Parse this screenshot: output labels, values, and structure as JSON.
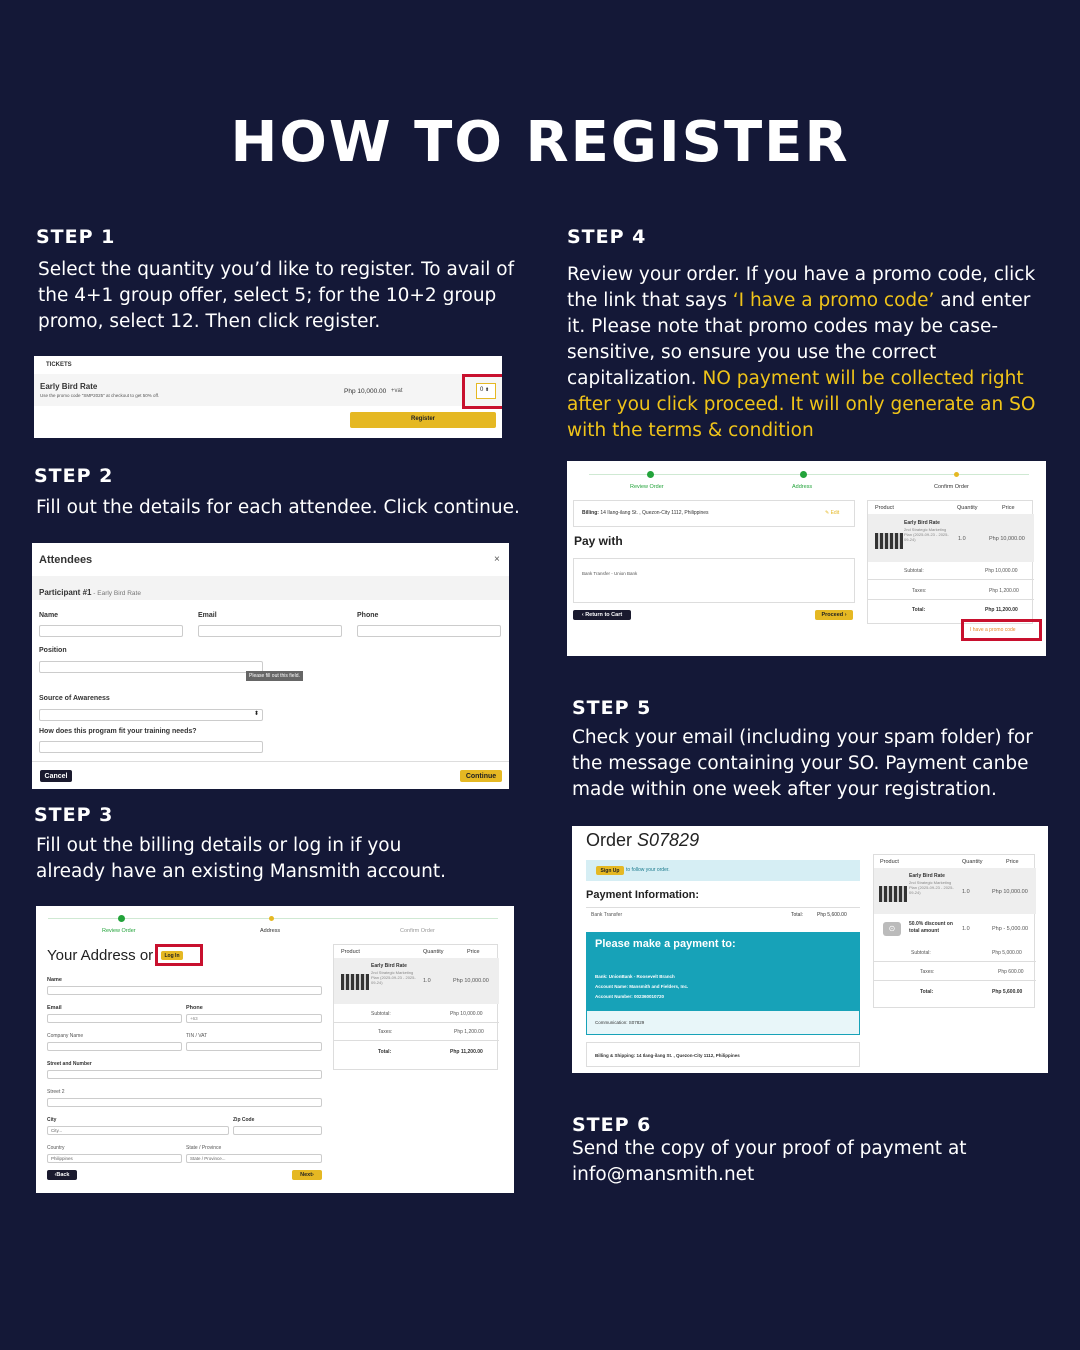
{
  "title": "HOW TO REGISTER",
  "steps": {
    "s1": {
      "label": "STEP 1",
      "text": "Select the quantity you’d like to register. To avail of the 4+1 group offer, select 5; for the 10+2 group promo, select 12. Then click register."
    },
    "s2": {
      "label": "STEP 2",
      "text": "Fill out the details for each attendee. Click continue."
    },
    "s3": {
      "label": "STEP 3",
      "text": "Fill out the billing details or log in if you already have an existing Mansmith account."
    },
    "s4": {
      "label": "STEP 4",
      "t1": "Review your order. If you have a promo code, click the link that says ",
      "t2": "‘I have a promo code’",
      "t3": " and enter it. Please note that promo codes may be case-sensitive, so ensure you use the correct capitalization. ",
      "t4": "NO payment will be collected right after you click proceed. It will only generate an SO with the terms & condition"
    },
    "s5": {
      "label": "STEP 5",
      "text": "Check your email (including your spam folder) for the message containing your SO. Payment canbe made within one week after your registration."
    },
    "s6": {
      "label": "STEP 6",
      "line1": "Send the copy of your proof of payment at",
      "line2": "info@mansmith.net"
    }
  },
  "shot1": {
    "header": "TICKETS",
    "ticket_name": "Early Bird Rate",
    "ticket_note": "Use the promo code \"SMP2025\" at checkout to get 50% off.",
    "price": "Php 10,000.00",
    "vat": "+vat",
    "qty": "0",
    "register": "Register"
  },
  "shot2": {
    "title": "Attendees",
    "close": "×",
    "participant": "Participant #1",
    "participant_rate": " - Early Bird Rate",
    "name": "Name",
    "email": "Email",
    "phone": "Phone",
    "position": "Position",
    "tooltip": "Please fill out this field.",
    "source": "Source of Awareness",
    "fit": "How does this program fit your training needs?",
    "cancel": "Cancel",
    "continue": "Continue"
  },
  "shot3": {
    "steps": [
      "Review Order",
      "Address",
      "Confirm Order"
    ],
    "heading": "Your Address or",
    "login": "Log In",
    "name": "Name",
    "email": "Email",
    "phone": "Phone",
    "phone_prefix": "+63",
    "company": "Company Name",
    "tin": "TIN / VAT",
    "street": "Street and Number",
    "street2": "Street 2",
    "city": "City",
    "city_ph": "City...",
    "zip": "Zip Code",
    "country": "Country",
    "country_val": "Philippines",
    "state": "State / Province",
    "state_ph": "State / Province...",
    "back": "Back",
    "next": "Next",
    "product": "Product",
    "quantity": "Quantity",
    "price_h": "Price",
    "item": "Early Bird Rate",
    "item_desc": "2nd Strategic Marketing Plan (2025-09-23 - 2025-09-24)",
    "item_qty": "1.0",
    "item_price": "Php 10,000.00",
    "subtotal": "Subtotal:",
    "subtotal_val": "Php 10,000.00",
    "taxes": "Taxes:",
    "taxes_val": "Php 1,200.00",
    "total": "Total:",
    "total_val": "Php 11,200.00"
  },
  "shot4": {
    "steps": [
      "Review Order",
      "Address",
      "Confirm Order"
    ],
    "billing_label": "Billing:",
    "billing": " 14 Ilang-ilang St. , Quezon-City 1112, Philippines",
    "edit": "Edit",
    "pay_with": "Pay with",
    "method": "Bank Transfer - Union Bank",
    "return": "Return to Cart",
    "proceed": "Proceed",
    "product": "Product",
    "quantity": "Quantity",
    "price_h": "Price",
    "item": "Early Bird Rate",
    "item_desc": "2nd Strategic Marketing Plan (2025-09-23 - 2025-09-24)",
    "item_qty": "1.0",
    "item_price": "Php 10,000.00",
    "subtotal": "Subtotal:",
    "subtotal_val": "Php 10,000.00",
    "taxes": "Taxes:",
    "taxes_val": "Php 1,200.00",
    "total": "Total:",
    "total_val": "Php 11,200.00",
    "promo": "I have a promo code"
  },
  "shot5": {
    "order": "Order ",
    "order_no": "S07829",
    "signup": "Sign Up",
    "signup_text": " to follow your order.",
    "payment_info": "Payment Information:",
    "method": "Bank Transfer",
    "total_label": "Total:",
    "total_val": "Php 5,600.00",
    "pay_to": "Please make a payment to:",
    "bank": "Bank: UnionBank - Roosevelt Branch",
    "acct_name": "Account Name: Mansmith and Fielders, Inc.",
    "acct_no": "Account Number: 002360010720",
    "communication": "Communication: S07829",
    "billing": "Billing & Shipping: 14 Ilang-ilang St. , Quezon-City 1112, Philippines",
    "product": "Product",
    "quantity": "Quantity",
    "price_h": "Price",
    "item": "Early Bird Rate",
    "item_desc": "2nd Strategic Marketing Plan (2025-09-23 - 2025-09-24)",
    "item_qty": "1.0",
    "item_price": "Php 10,000.00",
    "discount": "50.0% discount on total amount",
    "discount_qty": "1.0",
    "discount_price": "Php - 5,000.00",
    "subtotal": "Subtotal:",
    "subtotal_val": "Php 5,000.00",
    "taxes": "Taxes:",
    "taxes_val": "Php 600.00",
    "total": "Total:",
    "total_val2": "Php 5,600.00"
  },
  "colors": {
    "background": "#141837",
    "highlight": "#f0c419",
    "red_box": "#c8102e",
    "button_yellow": "#e5b823",
    "teal": "#17a2b8"
  }
}
